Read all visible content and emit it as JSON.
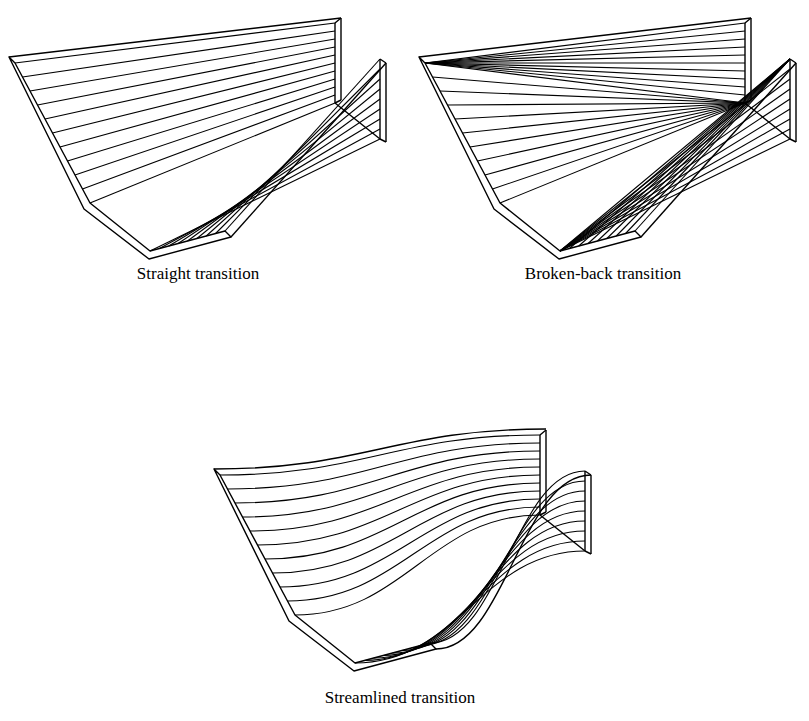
{
  "diagram": {
    "labels": [
      "Straight transition",
      "Broken-back transition",
      "Streamlined transition"
    ]
  }
}
